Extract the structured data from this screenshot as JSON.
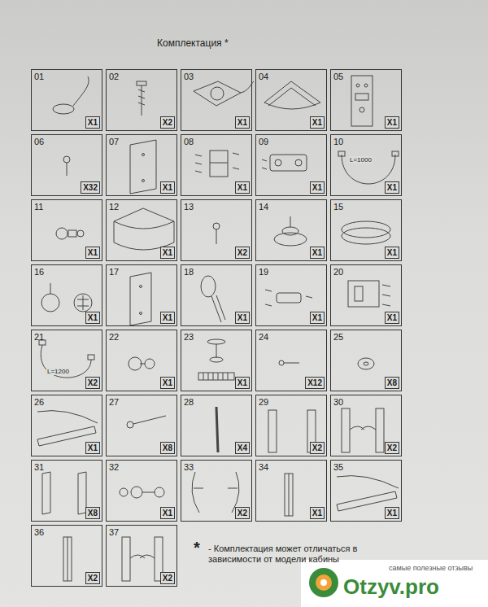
{
  "diagram": {
    "title": "Комплектация *",
    "nodes": [
      {
        "text": [
          "01",
          "X1"
        ]
      },
      {
        "text": [
          "02",
          "X2"
        ]
      },
      {
        "text": [
          "03",
          "X1"
        ]
      },
      {
        "text": [
          "04",
          "X1"
        ]
      },
      {
        "text": [
          "05",
          "X1"
        ]
      },
      {
        "text": [
          "06",
          "X32"
        ]
      },
      {
        "text": [
          "07",
          "X1"
        ]
      },
      {
        "text": [
          "08",
          "X1"
        ]
      },
      {
        "text": [
          "09",
          "X1"
        ]
      },
      {
        "text": [
          "10",
          "L=1000",
          "X1"
        ]
      },
      {
        "text": [
          "11",
          "X1"
        ]
      },
      {
        "text": [
          "12",
          "X1"
        ]
      },
      {
        "text": [
          "13",
          "X2"
        ]
      },
      {
        "text": [
          "14",
          "X1"
        ]
      },
      {
        "text": [
          "15",
          "X1"
        ]
      },
      {
        "text": [
          "16",
          "X1"
        ]
      },
      {
        "text": [
          "17",
          "X1"
        ]
      },
      {
        "text": [
          "18",
          "X1"
        ]
      },
      {
        "text": [
          "19",
          "X1"
        ]
      },
      {
        "text": [
          "20",
          "X1"
        ]
      },
      {
        "text": [
          "21",
          "L=1200",
          "X2"
        ]
      },
      {
        "text": [
          "22",
          "X1"
        ]
      },
      {
        "text": [
          "23",
          "X1"
        ]
      },
      {
        "text": [
          "24",
          "X12"
        ]
      },
      {
        "text": [
          "25",
          "X8"
        ]
      },
      {
        "text": [
          "26",
          "X1"
        ]
      },
      {
        "text": [
          "27",
          "X8"
        ]
      },
      {
        "text": [
          "28",
          "X4"
        ]
      },
      {
        "text": [
          "29",
          "X2"
        ]
      },
      {
        "text": [
          "30",
          "X2"
        ]
      },
      {
        "text": [
          "31",
          "X8"
        ]
      },
      {
        "text": [
          "32",
          "X1"
        ]
      },
      {
        "text": [
          "33",
          "X2"
        ]
      },
      {
        "text": [
          "34",
          "X1"
        ]
      },
      {
        "text": [
          "35",
          "X1"
        ]
      },
      {
        "text": [
          "36",
          "X2"
        ]
      },
      {
        "text": [
          "37",
          "X2"
        ]
      }
    ],
    "labels": [
      "*",
      "- Комплектация может отличаться в зависимости от модели кабины",
      "самые полезные отзывы",
      "Otzyv.pro"
    ]
  }
}
